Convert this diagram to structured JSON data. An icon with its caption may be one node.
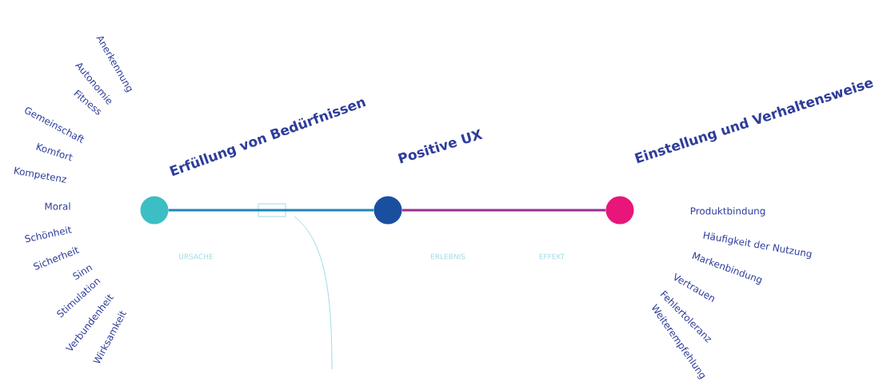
{
  "diagram": {
    "nodes": [
      {
        "text": [
          "Erfüllung von Bedürfnissen"
        ]
      },
      {
        "text": [
          "Positive UX"
        ]
      },
      {
        "text": [
          "Einstellung und Verhaltensweise"
        ]
      }
    ],
    "edges": [
      {
        "from": 0,
        "to": 1,
        "arrow": "none",
        "color": "#1e86b8"
      },
      {
        "from": 1,
        "to": 2,
        "arrow": "none",
        "color": "#9a2f8e"
      }
    ],
    "labels": [
      "Anerkennung",
      "Autonomie",
      "Fitness",
      "Gemeinschaft",
      "Komfort",
      "Kompetenz",
      "Moral",
      "Schönheit",
      "Sicherheit",
      "Sinn",
      "Stimulation",
      "Verbundenheit",
      "Wirksamkeit",
      "URSACHE",
      "ERLEBNIS",
      "EFFEKT",
      "Produktbindung",
      "Häufigkeit der Nutzung",
      "Markenbindung",
      "Vertrauen",
      "Fehlertoleranz",
      "Weiterempfehlung"
    ]
  }
}
